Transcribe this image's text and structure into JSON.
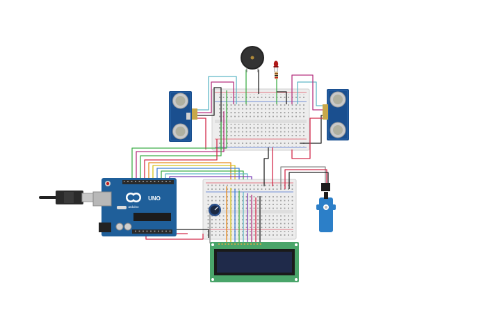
{
  "arduino": {
    "brand": "arduino",
    "model": "UNO"
  },
  "colors": {
    "wire_red": "#d22a4a",
    "wire_black": "#222222",
    "wire_green": "#3fae49",
    "wire_magenta": "#b6327f",
    "wire_blue": "#3f7fd6",
    "wire_cyan": "#5fb6c6",
    "wire_orange": "#e88a1c",
    "wire_yellow": "#d8c21a",
    "wire_purple": "#7b3fb8",
    "wire_gray": "#8a8a8a",
    "board_blue": "#1f5f9a",
    "sensor_blue": "#1a4f8f",
    "lcd_green": "#4aa56a",
    "lcd_screen": "#1f2a4a",
    "breadboard": "#e9e9e9"
  },
  "components": [
    "arduino-uno-board",
    "usb-cable",
    "breadboard-top",
    "breadboard-bottom",
    "ultrasonic-sensor-left",
    "ultrasonic-sensor-right",
    "piezo-buzzer",
    "red-led",
    "resistor",
    "potentiometer",
    "servo-motor",
    "lcd-16x2-display"
  ]
}
